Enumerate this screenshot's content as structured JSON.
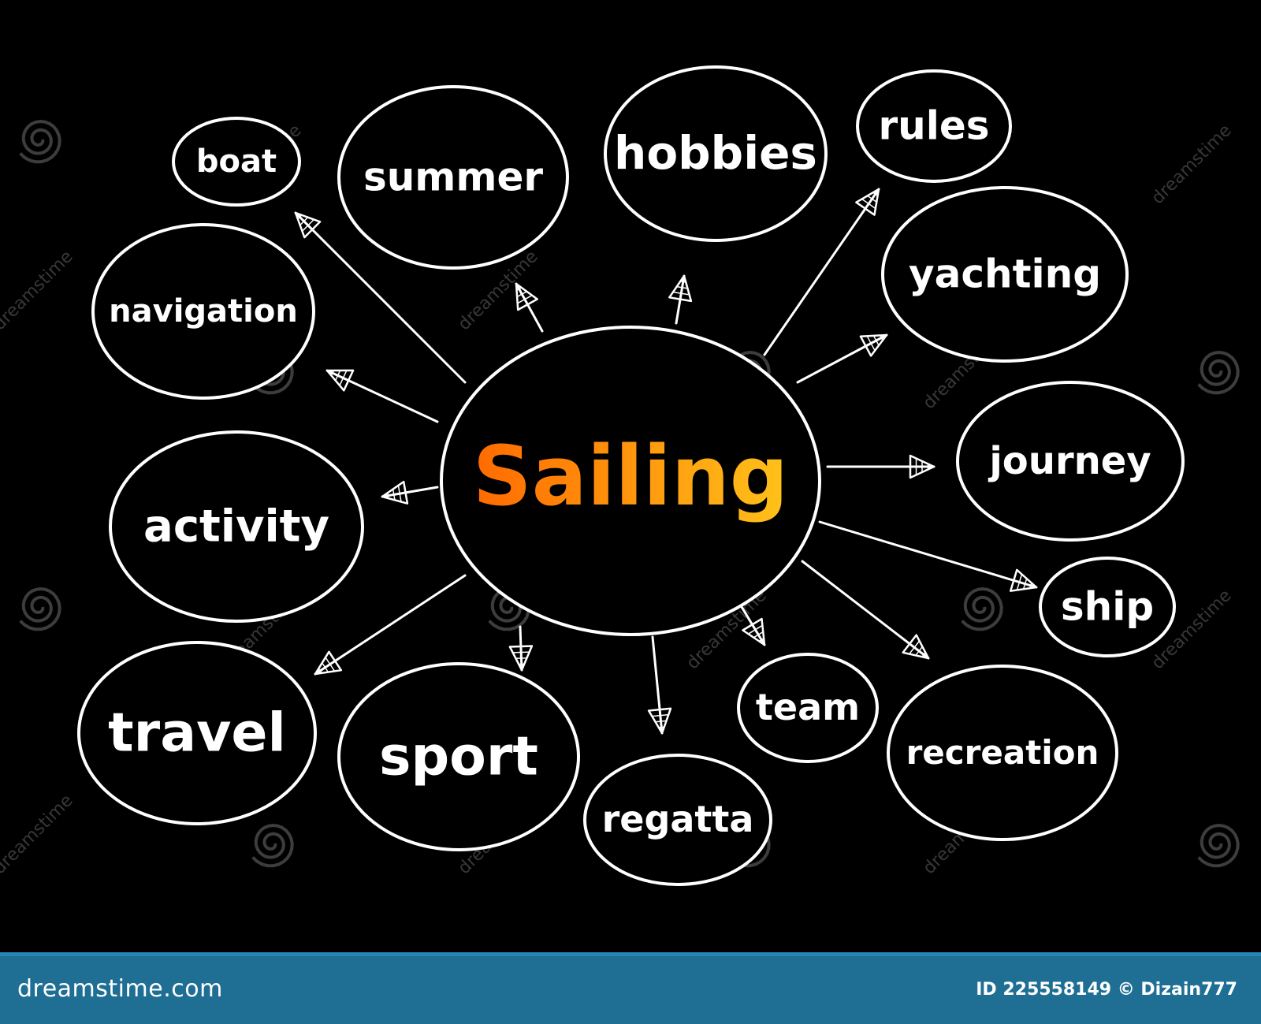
{
  "diagram": {
    "center": "Sailing",
    "nodes": [
      "boat",
      "summer",
      "hobbies",
      "rules",
      "yachting",
      "navigation",
      "journey",
      "activity",
      "ship",
      "travel",
      "sport",
      "regatta",
      "team",
      "recreation"
    ]
  },
  "watermark": {
    "text": "dreamstime",
    "icon": "dreamstime-spiral-icon"
  },
  "footer": {
    "site": "dreamstime.com",
    "meta": "ID 225558149 © Dizain777"
  },
  "colors": {
    "background": "#000000",
    "foreground": "#ffffff",
    "center_gradient_start": "#ff6a00",
    "center_gradient_end": "#ffc21a",
    "footer_bar": "#1f6e93"
  }
}
